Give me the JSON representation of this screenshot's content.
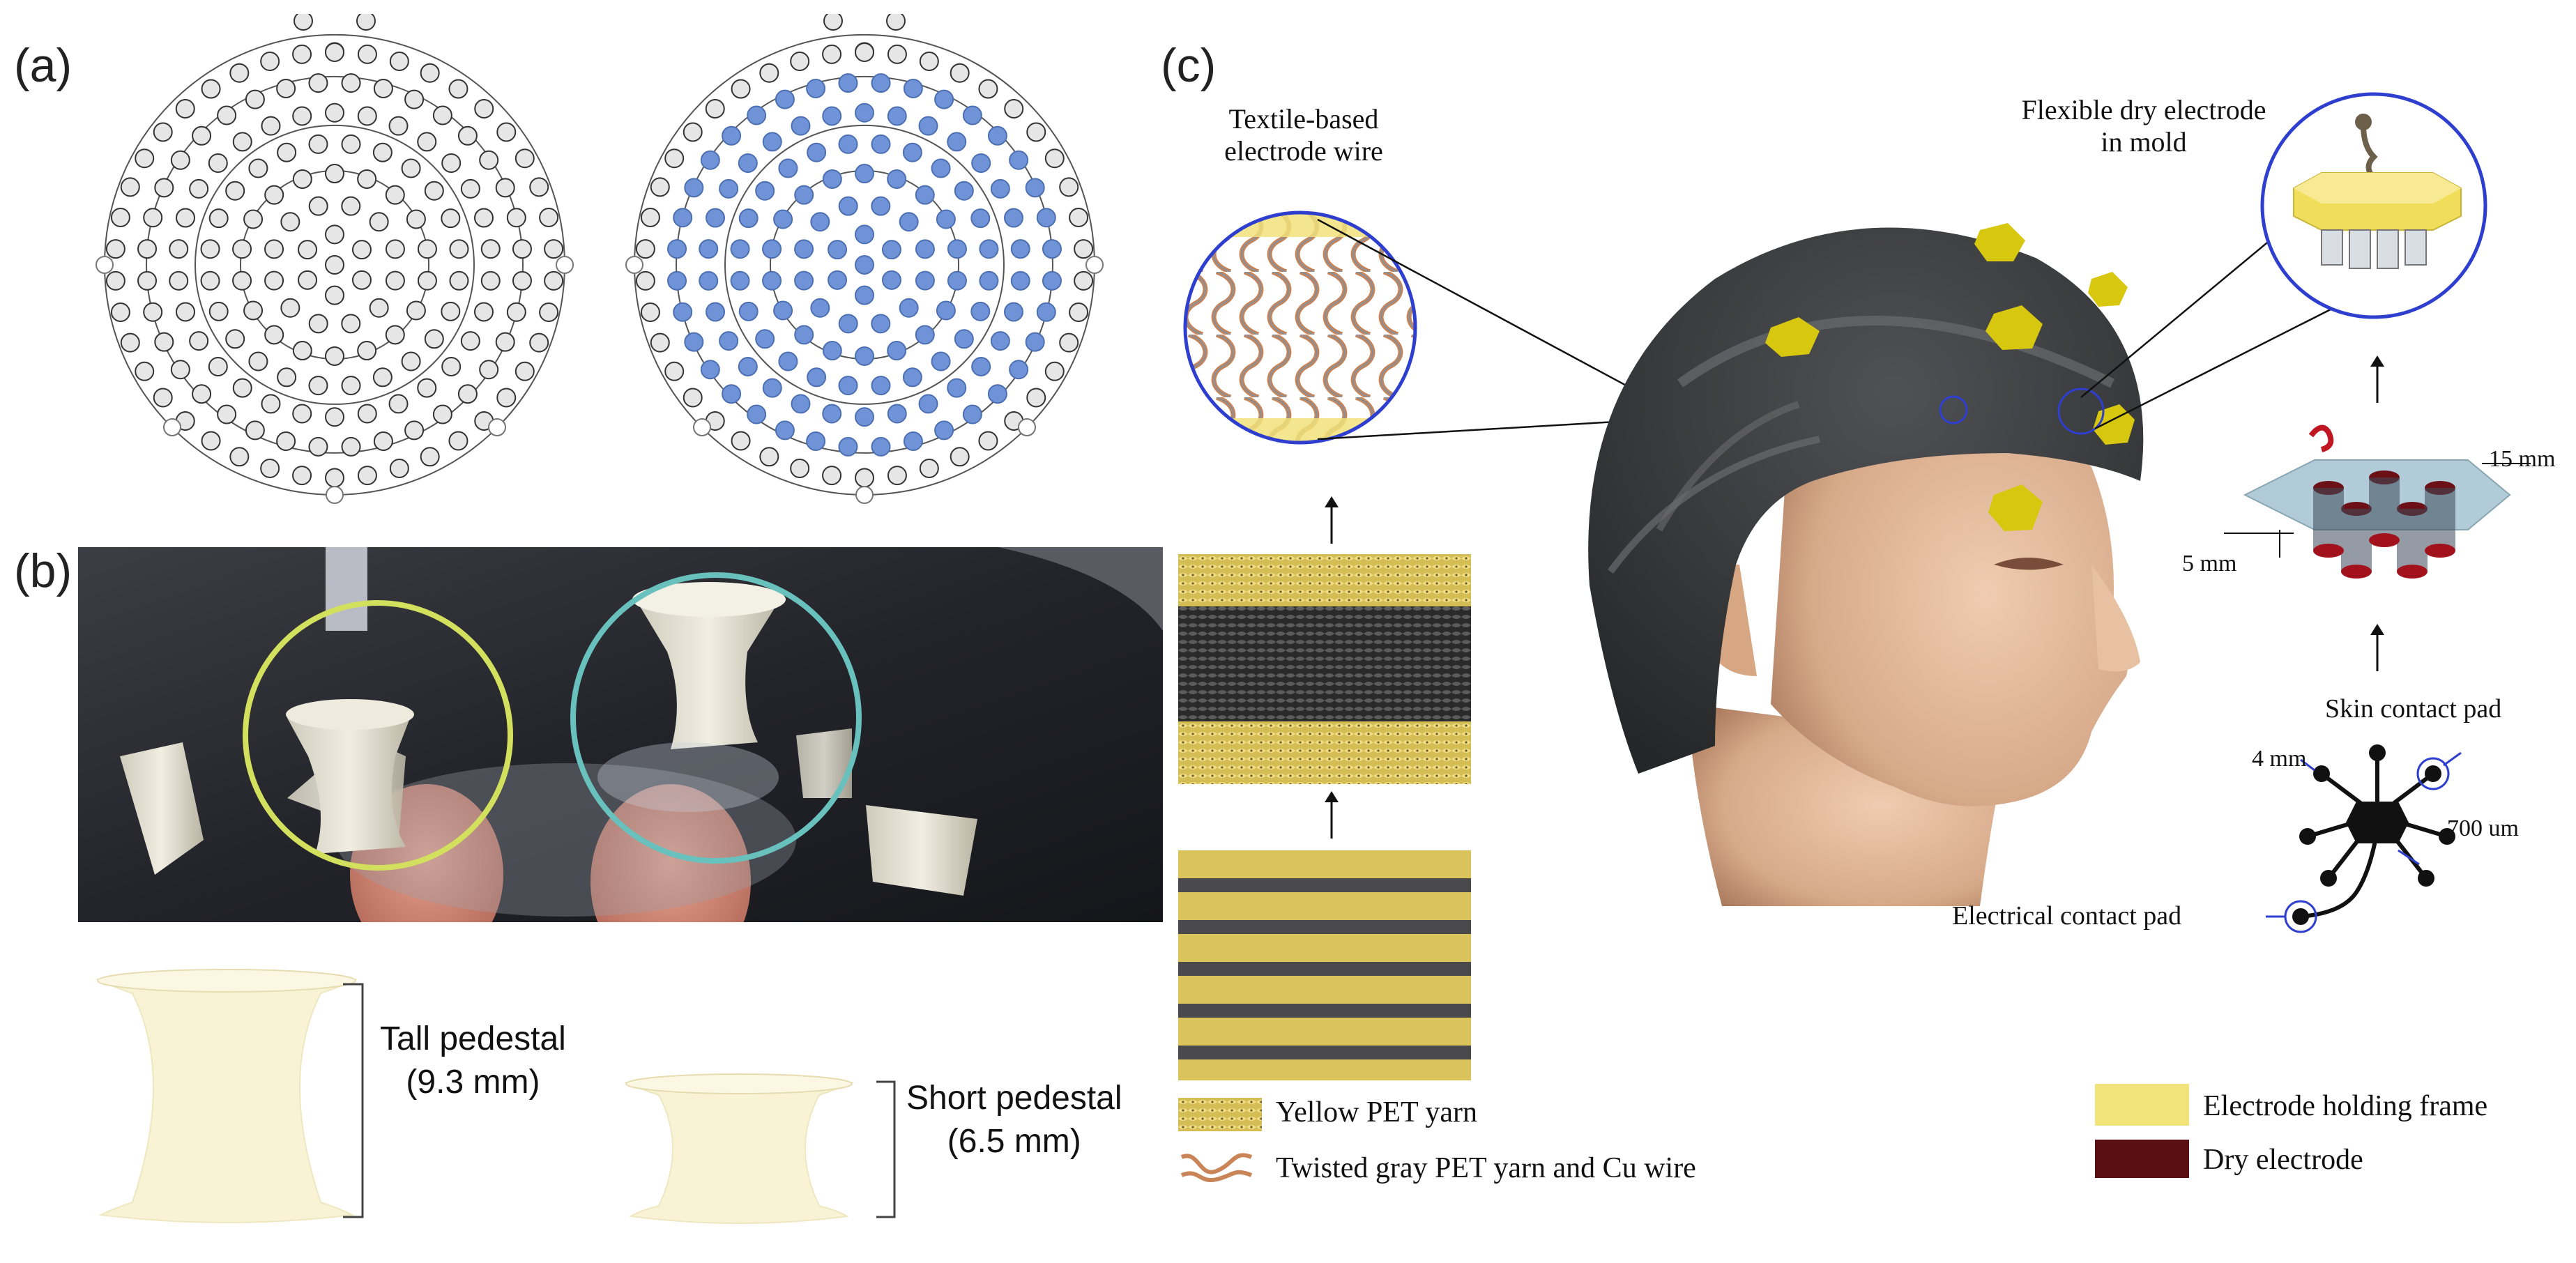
{
  "panels": {
    "a": "(a)",
    "b": "(b)",
    "c": "(c)"
  },
  "pedestals": {
    "tall_name": "Tall pedestal",
    "tall_size": "(9.3 mm)",
    "short_name": "Short pedestal",
    "short_size": "(6.5 mm)"
  },
  "fabric": {
    "wire_title_line1": "Textile-based",
    "wire_title_line2": "electrode wire",
    "legend": [
      {
        "label": "Yellow PET yarn",
        "icon": "yellow-knit-swatch"
      },
      {
        "label": "Twisted gray PET yarn and Cu wire",
        "icon": "orange-loop-swatch"
      }
    ]
  },
  "electrode": {
    "title_line1": "Flexible dry electrode",
    "title_line2": "in mold",
    "dim_15": "15 mm",
    "dim_5": "5 mm",
    "skin_pad": "Skin contact pad",
    "dim_4": "4 mm",
    "dim_700": "700 um",
    "electrical_pad": "Electrical contact pad"
  },
  "legend_right": [
    {
      "label": "Electrode holding frame",
      "color": "#f2e27a"
    },
    {
      "label": "Dry electrode",
      "color": "#5a0f12"
    }
  ],
  "colors": {
    "blue_electrode": "#6f93d6",
    "cap": "#3a3a3a",
    "yellow_pad": "#d8c70f",
    "circle_outline": "#2e3fd0",
    "pedestal_fill": "#f8f3d4"
  }
}
